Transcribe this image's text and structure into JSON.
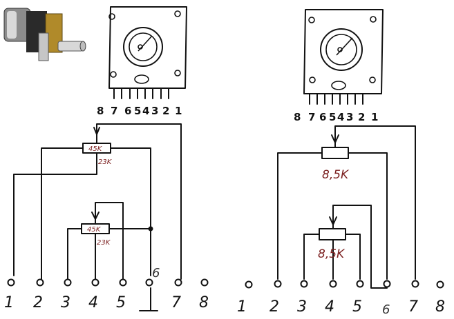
{
  "left_diagram": {
    "header_pins": [
      "8",
      "7",
      "6",
      "5",
      "4",
      "3",
      "2",
      "1"
    ],
    "top_resistor": {
      "value": "45K",
      "tap": "23K"
    },
    "bottom_resistor": {
      "value": "45K",
      "tap": "23K"
    },
    "pin_labels": [
      "1",
      "2",
      "3",
      "4",
      "5",
      "6",
      "7",
      "8"
    ],
    "pin6_note": "6"
  },
  "right_diagram": {
    "header_pins": [
      "8",
      "7",
      "6",
      "5",
      "4",
      "3",
      "2",
      "1"
    ],
    "top_resistor": {
      "value": "8,5K"
    },
    "bottom_resistor": {
      "value": "8,5K"
    },
    "extra_pin": "0",
    "pin_labels": [
      "1",
      "2",
      "3",
      "4",
      "5",
      "6",
      "7",
      "8"
    ]
  },
  "icons": {
    "photo": "potentiometer-photo-icon",
    "component_left": "potentiometer-outline-icon",
    "component_right": "potentiometer-outline-icon"
  }
}
